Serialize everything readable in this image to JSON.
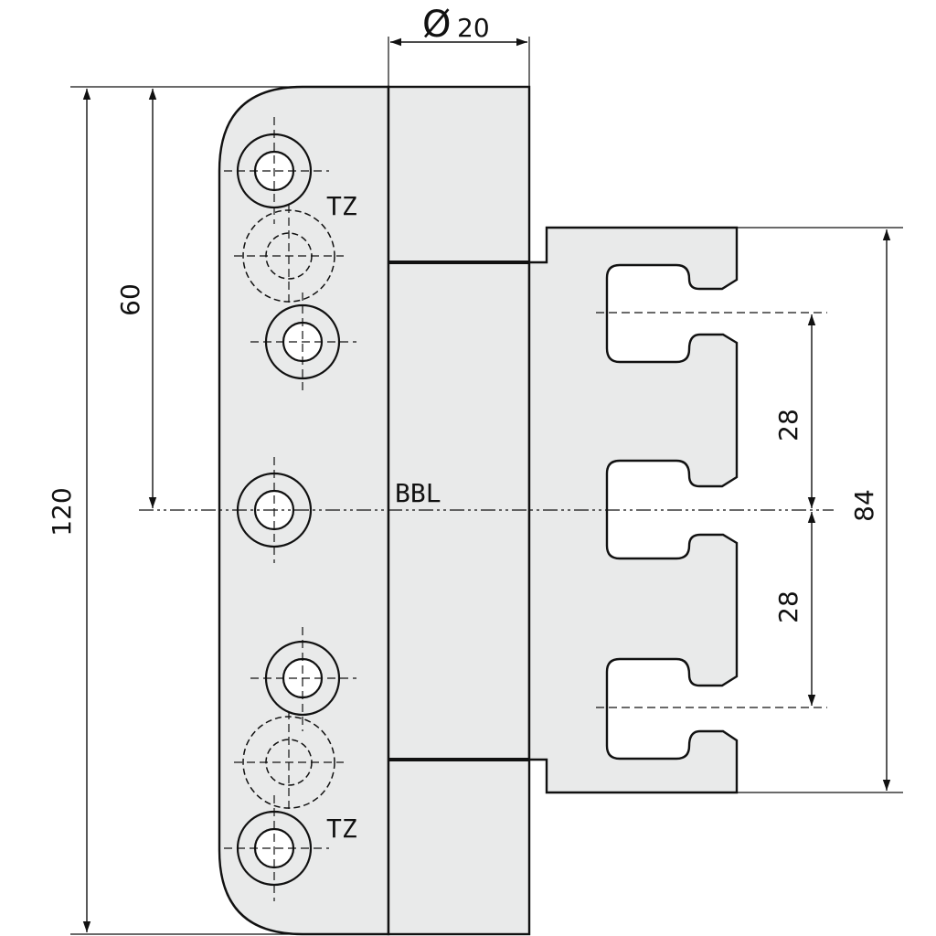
{
  "labels": {
    "bbl": "BBL",
    "tz_top": "TZ",
    "tz_bottom": "TZ"
  },
  "dimensions": {
    "diameter_symbol": "Ø",
    "diameter_value": "20",
    "total_height": "120",
    "half_height": "60",
    "upper_spacing": "28",
    "lower_spacing": "28",
    "leaf_height": "84"
  }
}
